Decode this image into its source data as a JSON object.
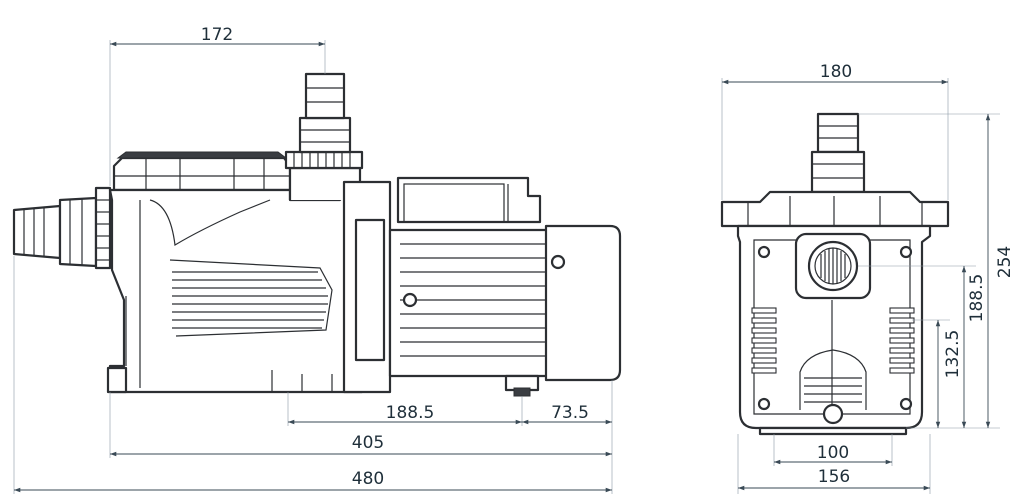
{
  "dimensions": {
    "side_top_width": "172",
    "side_inlet_to_outlet": "188.5",
    "side_outlet_to_end": "73.5",
    "side_base_length": "405",
    "side_total_length": "480",
    "front_width": "180",
    "front_total_height": "254",
    "front_inlet_height": "188.5",
    "front_outlet_height": "132.5",
    "front_foot_span": "100",
    "front_base_width": "156"
  }
}
